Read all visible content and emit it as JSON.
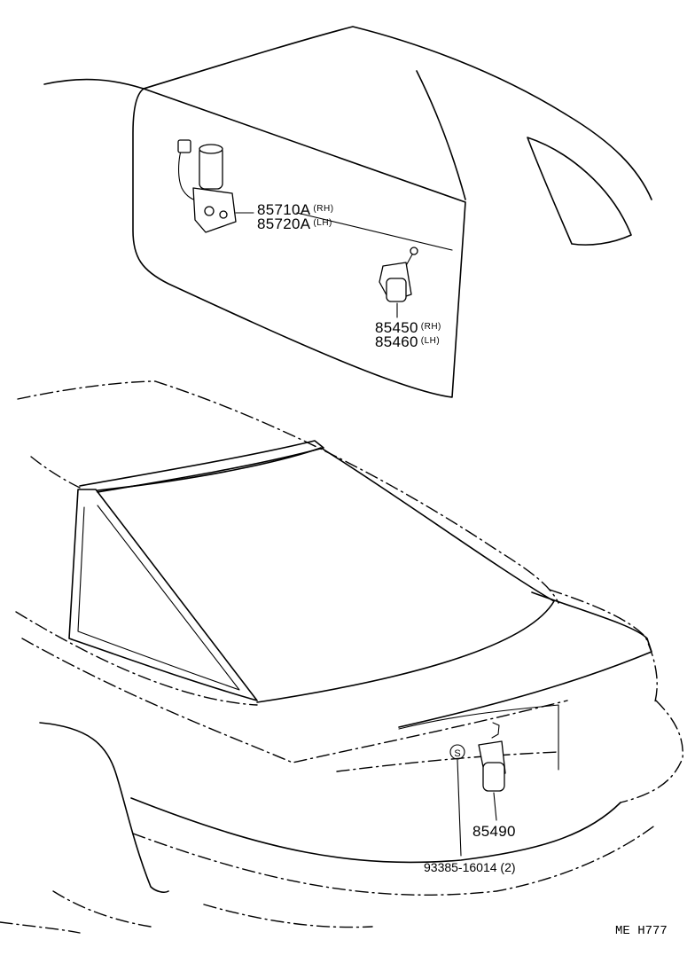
{
  "parts": {
    "mirror_motor": {
      "number_rh": "85710A",
      "side_rh": "(RH)",
      "number_lh": "85720A",
      "side_lh": "(LH)"
    },
    "door_lock_actuator": {
      "number_rh": "85450",
      "side_rh": "(RH)",
      "number_lh": "85460",
      "side_lh": "(LH)"
    },
    "trunk_actuator": {
      "number": "85490"
    },
    "screw": {
      "number": "93385-16014",
      "qty": "(2)",
      "symbol": "S"
    }
  },
  "diagram_code": "ME H777"
}
